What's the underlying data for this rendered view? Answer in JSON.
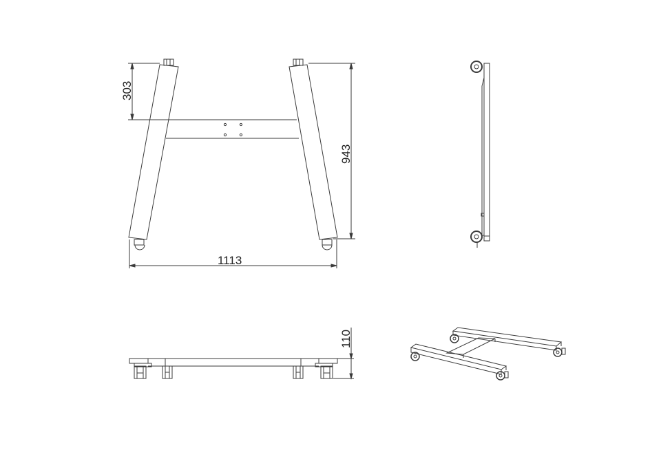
{
  "drawing": {
    "views": {
      "front": {
        "dims": {
          "top_to_crossbar": "303",
          "height": "943",
          "width": "1113"
        }
      },
      "side": {},
      "bottom": {
        "dims": {
          "base_height": "110"
        }
      },
      "isometric": {}
    },
    "colors": {
      "line": "#3a3a3a",
      "background": "#ffffff"
    }
  }
}
